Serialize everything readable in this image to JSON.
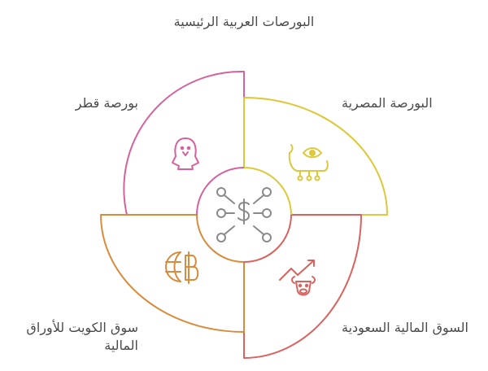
{
  "title": "البورصات العربية الرئيسية",
  "center": {
    "icon": "money-network-icon"
  },
  "segments": [
    {
      "key": "qatar",
      "label": "بورصة قطر",
      "icon": "penguin-icon",
      "color": "#d4629c"
    },
    {
      "key": "egypt",
      "label": "البورصة المصرية",
      "icon": "pharaoh-eye-icon",
      "color": "#dcc83a"
    },
    {
      "key": "saudi",
      "label": "السوق المالية السعودية",
      "icon": "bull-market-icon",
      "color": "#d9625e"
    },
    {
      "key": "kuwait",
      "label": "سوق الكويت للأوراق المالية",
      "icon": "globe-currency-icon",
      "color": "#d98b3c"
    }
  ]
}
